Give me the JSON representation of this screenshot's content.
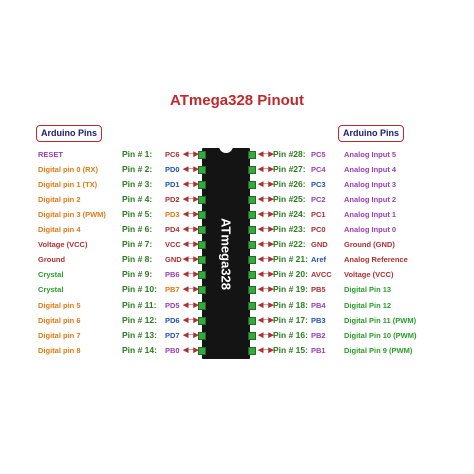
{
  "title": "ATmega328 Pinout",
  "header_left": "Arduino Pins",
  "header_right": "Arduino Pins",
  "chip_label": "ATmega328",
  "colors": {
    "title": "#c0292d",
    "pin_label": "#2a7d1f",
    "chip": "#141414",
    "leg": "#37a840"
  },
  "left_pins": [
    {
      "function": "RESET",
      "function_color": "#9b3fb5",
      "pin": "Pin # 1:",
      "port": "PC6",
      "port_color": "#b03030"
    },
    {
      "function": "Digital pin 0 (RX)",
      "function_color": "#e07a14",
      "pin": "Pin # 2:",
      "port": "PD0",
      "port_color": "#1f56b8"
    },
    {
      "function": "Digital pin 1 (TX)",
      "function_color": "#e07a14",
      "pin": "Pin # 3:",
      "port": "PD1",
      "port_color": "#1f56b8"
    },
    {
      "function": "Digital pin 2",
      "function_color": "#e07a14",
      "pin": "Pin # 4:",
      "port": "PD2",
      "port_color": "#b03030"
    },
    {
      "function": "Digital pin 3 (PWM)",
      "function_color": "#e07a14",
      "pin": "Pin # 5:",
      "port": "PD3",
      "port_color": "#e07a14"
    },
    {
      "function": "Digital pin 4",
      "function_color": "#e07a14",
      "pin": "Pin # 6:",
      "port": "PD4",
      "port_color": "#b03030"
    },
    {
      "function": "Voltage (VCC)",
      "function_color": "#b03030",
      "pin": "Pin # 7:",
      "port": "VCC",
      "port_color": "#b03030"
    },
    {
      "function": "Ground",
      "function_color": "#b03030",
      "pin": "Pin # 8:",
      "port": "GND",
      "port_color": "#b03030"
    },
    {
      "function": "Crystal",
      "function_color": "#2a9d2a",
      "pin": "Pin # 9:",
      "port": "PB6",
      "port_color": "#9b3fb5"
    },
    {
      "function": "Crystal",
      "function_color": "#2a9d2a",
      "pin": "Pin # 10:",
      "port": "PB7",
      "port_color": "#e07a14"
    },
    {
      "function": "Digital pin 5",
      "function_color": "#e07a14",
      "pin": "Pin # 11:",
      "port": "PD5",
      "port_color": "#9b3fb5"
    },
    {
      "function": "Digital pin 6",
      "function_color": "#e07a14",
      "pin": "Pin # 12:",
      "port": "PD6",
      "port_color": "#1f56b8"
    },
    {
      "function": "Digital pin 7",
      "function_color": "#e07a14",
      "pin": "Pin # 13:",
      "port": "PD7",
      "port_color": "#1f56b8"
    },
    {
      "function": "Digital pin 8",
      "function_color": "#e07a14",
      "pin": "Pin # 14:",
      "port": "PB0",
      "port_color": "#9b3fb5"
    }
  ],
  "right_pins": [
    {
      "pin": "Pin #28:",
      "port": "PC5",
      "port_color": "#9b3fb5",
      "function": "Analog Input 5",
      "function_color": "#9b3fb5"
    },
    {
      "pin": "Pin #27:",
      "port": "PC4",
      "port_color": "#9b3fb5",
      "function": "Analog Input 4",
      "function_color": "#9b3fb5"
    },
    {
      "pin": "Pin #26:",
      "port": "PC3",
      "port_color": "#1f56b8",
      "function": "Analog Input 3",
      "function_color": "#9b3fb5"
    },
    {
      "pin": "Pin #25:",
      "port": "PC2",
      "port_color": "#9b3fb5",
      "function": "Analog Input 2",
      "function_color": "#9b3fb5"
    },
    {
      "pin": "Pin #24:",
      "port": "PC1",
      "port_color": "#b03030",
      "function": "Analog Input 1",
      "function_color": "#9b3fb5"
    },
    {
      "pin": "Pin #23:",
      "port": "PC0",
      "port_color": "#b03030",
      "function": "Analog Input 0",
      "function_color": "#9b3fb5"
    },
    {
      "pin": "Pin #22:",
      "port": "GND",
      "port_color": "#b03030",
      "function": "Ground (GND)",
      "function_color": "#b03030"
    },
    {
      "pin": "Pin # 21:",
      "port": "Aref",
      "port_color": "#1f56b8",
      "function": "Analog Reference",
      "function_color": "#b03030"
    },
    {
      "pin": "Pin # 20:",
      "port": "AVCC",
      "port_color": "#b03030",
      "function": "Voltage (VCC)",
      "function_color": "#b03030"
    },
    {
      "pin": "Pin # 19:",
      "port": "PB5",
      "port_color": "#b03030",
      "function": "Digital Pin 13",
      "function_color": "#2a9d2a"
    },
    {
      "pin": "Pin # 18:",
      "port": "PB4",
      "port_color": "#9b3fb5",
      "function": "Digital Pin 12",
      "function_color": "#2a9d2a"
    },
    {
      "pin": "Pin # 17:",
      "port": "PB3",
      "port_color": "#1f56b8",
      "function": "Digital Pin 11 (PWM)",
      "function_color": "#2a9d2a"
    },
    {
      "pin": "Pin # 16:",
      "port": "PB2",
      "port_color": "#9b3fb5",
      "function": "Digital Pin 10 (PWM)",
      "function_color": "#2a9d2a"
    },
    {
      "pin": "Pin # 15:",
      "port": "PB1",
      "port_color": "#9b3fb5",
      "function": "Digital Pin 9 (PWM)",
      "function_color": "#2a9d2a"
    }
  ]
}
